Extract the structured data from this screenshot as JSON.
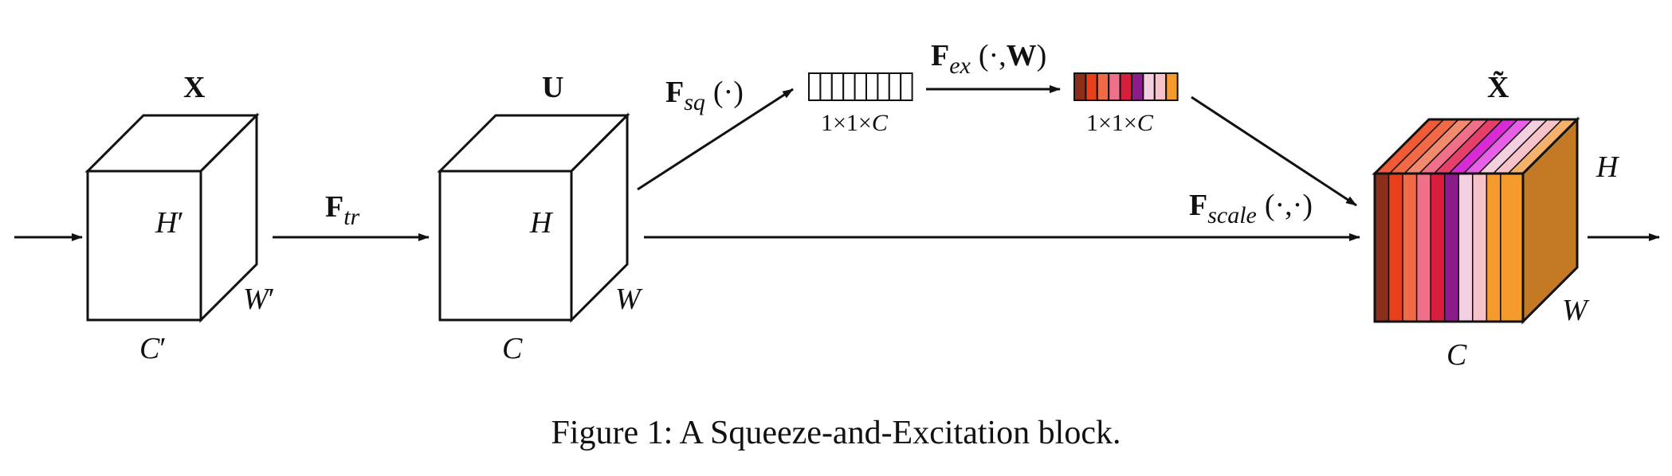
{
  "labels": {
    "x_title": "X",
    "u_title": "U",
    "xt_title": "X̃",
    "h_prime": "H",
    "w_prime": "W",
    "c_prime": "C",
    "prime": "′",
    "h": "H",
    "w": "W",
    "c": "C",
    "h_out": "H",
    "w_out": "W",
    "c_out": "C",
    "f_letter": "F",
    "tr_sub": "tr",
    "sq_sub": "sq",
    "sq_arg": "(·)",
    "ex_sub": "ex",
    "ex_arg_open": "(·,",
    "ex_arg_w": "W",
    "ex_arg_close": ")",
    "scale_sub": "scale",
    "scale_arg": "(·,·)",
    "dim_sq": "1×1×",
    "dim_sq_c": "C",
    "dim_ex": "1×1×",
    "dim_ex_c": "C"
  },
  "caption": "Figure 1: A Squeeze-and-Excitation block.",
  "colors": {
    "excitation_cells": [
      "#8b2f1a",
      "#e8401c",
      "#f06a45",
      "#f0708a",
      "#d81e3c",
      "#8e1b8c",
      "#f3cfe0",
      "#f7c3c8",
      "#f59a2c"
    ],
    "output_slices": [
      "#8b2f1a",
      "#e8401c",
      "#f06a45",
      "#f0708a",
      "#d81e3c",
      "#8e1b8c",
      "#f3cfe0",
      "#f7c3c8",
      "#f59a2c"
    ],
    "output_top_stripes": [
      "#f05a36",
      "#f06a45",
      "#f28a70",
      "#f0708a",
      "#e6406a",
      "#d92ad8",
      "#e860e8",
      "#f3cfe0",
      "#f7c3c8",
      "#f5b26a"
    ],
    "output_side": "#c47a24"
  }
}
